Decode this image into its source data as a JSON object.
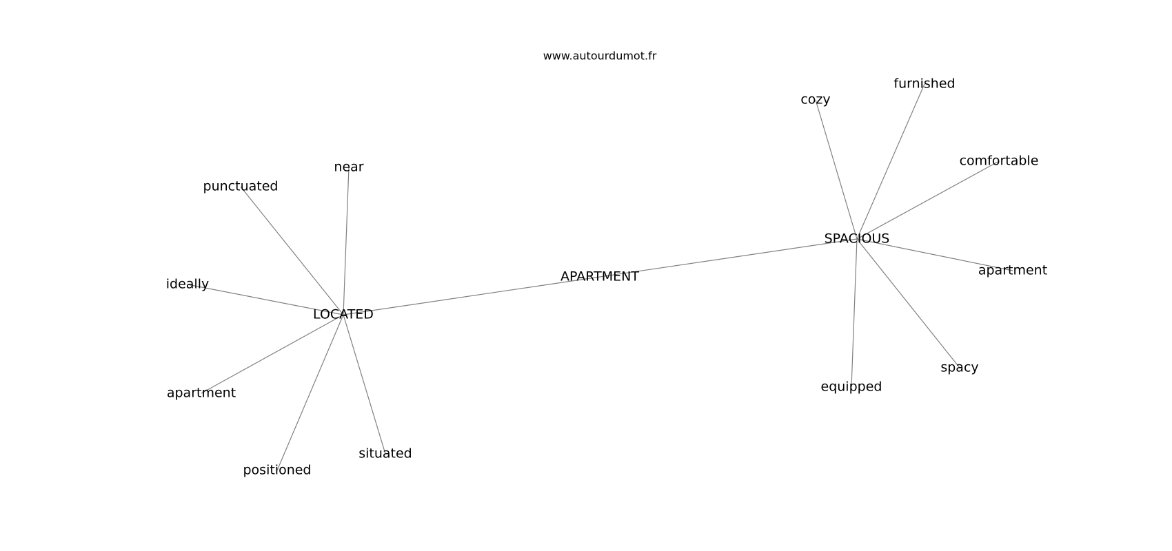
{
  "site": "www.autourdumot.fr",
  "graph": {
    "nodes": {
      "apartment_center": "APARTMENT",
      "located": "LOCATED",
      "spacious": "SPACIOUS",
      "near": "near",
      "punctuated": "punctuated",
      "ideally": "ideally",
      "apartment_left": "apartment",
      "positioned": "positioned",
      "situated": "situated",
      "cozy": "cozy",
      "furnished": "furnished",
      "comfortable": "comfortable",
      "apartment_right": "apartment",
      "spacy": "spacy",
      "equipped": "equipped"
    },
    "edges": [
      [
        "apartment_center",
        "located"
      ],
      [
        "apartment_center",
        "spacious"
      ],
      [
        "located",
        "near"
      ],
      [
        "located",
        "punctuated"
      ],
      [
        "located",
        "ideally"
      ],
      [
        "located",
        "apartment_left"
      ],
      [
        "located",
        "positioned"
      ],
      [
        "located",
        "situated"
      ],
      [
        "spacious",
        "cozy"
      ],
      [
        "spacious",
        "furnished"
      ],
      [
        "spacious",
        "comfortable"
      ],
      [
        "spacious",
        "apartment_right"
      ],
      [
        "spacious",
        "spacy"
      ],
      [
        "spacious",
        "equipped"
      ]
    ]
  }
}
